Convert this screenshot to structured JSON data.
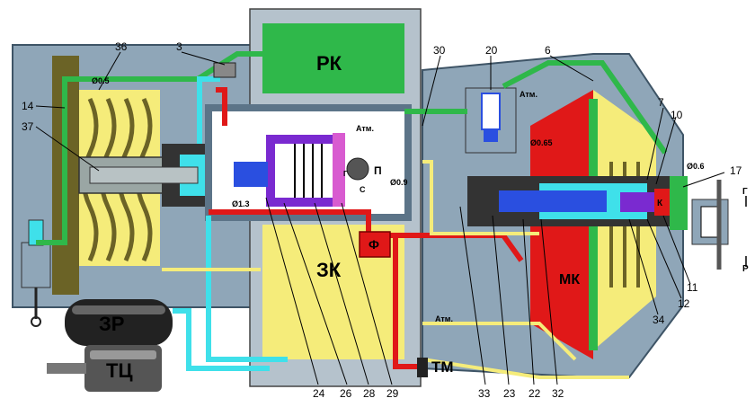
{
  "zone_labels": {
    "rk": "РК",
    "zk": "ЗК",
    "mk": "МК",
    "k": "К",
    "f": "Ф",
    "zr": "ЗР",
    "tc": "ТЦ",
    "tm": "ТМ",
    "p": "П",
    "s": "С",
    "g_small": "Г"
  },
  "atm_labels": {
    "top_left": "Атм.",
    "top_right": "Атм.",
    "bottom": "Атм."
  },
  "diameters": {
    "d05": "Ø0.5",
    "d13": "Ø1.3",
    "d09": "Ø0.9",
    "d065": "Ø0.65",
    "d06": "Ø0.6"
  },
  "side_markers": {
    "g": "Г",
    "r": "Р"
  },
  "callouts": [
    {
      "id": "c36",
      "text": "36"
    },
    {
      "id": "c3",
      "text": "3"
    },
    {
      "id": "c14",
      "text": "14"
    },
    {
      "id": "c37",
      "text": "37"
    },
    {
      "id": "c30",
      "text": "30"
    },
    {
      "id": "c20",
      "text": "20"
    },
    {
      "id": "c6",
      "text": "6"
    },
    {
      "id": "c7",
      "text": "7"
    },
    {
      "id": "c10",
      "text": "10"
    },
    {
      "id": "c17",
      "text": "17"
    },
    {
      "id": "c11",
      "text": "11"
    },
    {
      "id": "c12",
      "text": "12"
    },
    {
      "id": "c34",
      "text": "34"
    },
    {
      "id": "c24",
      "text": "24"
    },
    {
      "id": "c26",
      "text": "26"
    },
    {
      "id": "c28",
      "text": "28"
    },
    {
      "id": "c29",
      "text": "29"
    },
    {
      "id": "c33",
      "text": "33"
    },
    {
      "id": "c23",
      "text": "23"
    },
    {
      "id": "c22",
      "text": "22"
    },
    {
      "id": "c32",
      "text": "32"
    }
  ],
  "colors": {
    "body_gray": "#8fa6b8",
    "body_dark": "#5c7488",
    "green": "#2fb84a",
    "yellow": "#f5ec7a",
    "red": "#e01818",
    "cyan": "#3fe0ea",
    "purple": "#7a2ad0",
    "blue": "#2a4fe0",
    "olive": "#6b6326"
  }
}
